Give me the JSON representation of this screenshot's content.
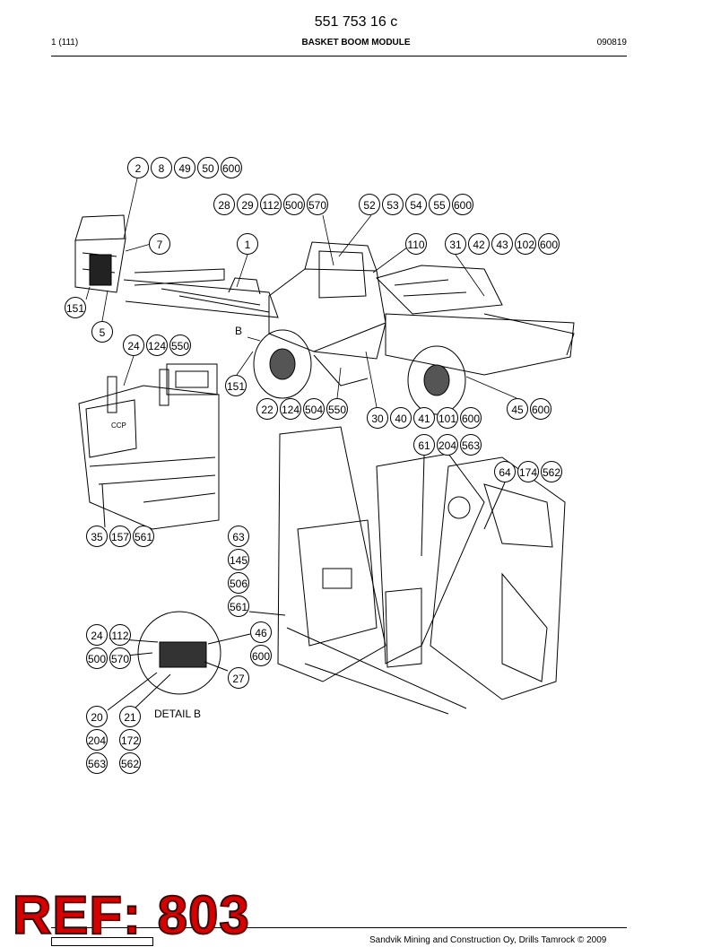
{
  "header": {
    "doc_number": "551 753 16 c",
    "page": "1 (111)",
    "title": "BASKET BOOM MODULE",
    "date": "090819"
  },
  "labels": {
    "b": "B",
    "detail_b": "DETAIL B",
    "ccp": "CCP"
  },
  "callouts": [
    "2",
    "8",
    "49",
    "50",
    "600",
    "28",
    "29",
    "112",
    "500",
    "570",
    "52",
    "53",
    "54",
    "55",
    "600",
    "7",
    "1",
    "110",
    "31",
    "42",
    "43",
    "102",
    "600",
    "151",
    "5",
    "24",
    "124",
    "550",
    "151",
    "22",
    "124",
    "504",
    "550",
    "30",
    "40",
    "41",
    "101",
    "600",
    "45",
    "600",
    "61",
    "204",
    "563",
    "64",
    "174",
    "562",
    "35",
    "157",
    "561",
    "63",
    "145",
    "506",
    "561",
    "24",
    "112",
    "500",
    "570",
    "46",
    "600",
    "27",
    "20",
    "21",
    "204",
    "172",
    "563",
    "562"
  ],
  "stamp": "REF: 803",
  "footer": {
    "copyright": "Sandvik Mining and Construction Oy, Drills Tamrock © 2009"
  }
}
